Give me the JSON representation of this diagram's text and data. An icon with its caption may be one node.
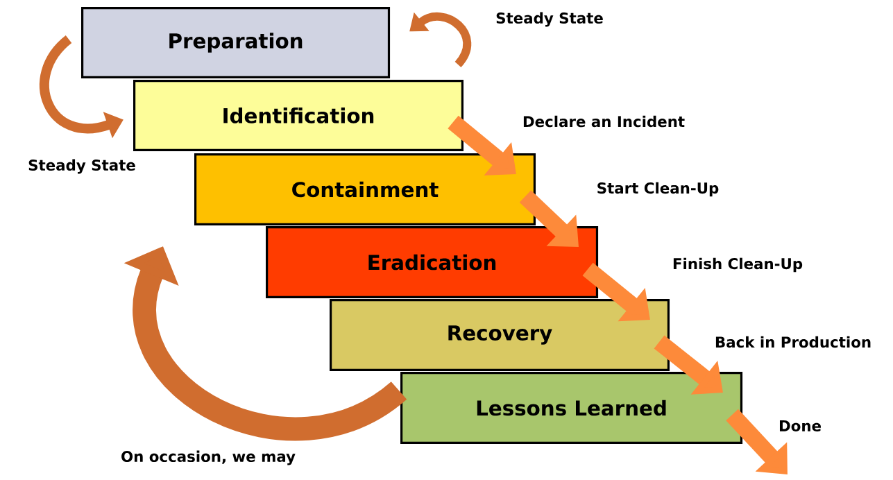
{
  "diagram": {
    "nodes": [
      {
        "text": [
          "Preparation"
        ]
      },
      {
        "text": [
          "Identification"
        ]
      },
      {
        "text": [
          "Containment"
        ]
      },
      {
        "text": [
          "Eradication"
        ]
      },
      {
        "text": [
          "Recovery"
        ]
      },
      {
        "text": [
          "Lessons Learned"
        ]
      }
    ],
    "edges": [
      {
        "from": 0,
        "to": 1,
        "arrow": "to",
        "label": "Steady State"
      },
      {
        "from": 1,
        "to": 0,
        "arrow": "to",
        "label": "Steady State"
      },
      {
        "from": 1,
        "to": 2,
        "arrow": "to",
        "label": "Declare an Incident"
      },
      {
        "from": 2,
        "to": 3,
        "arrow": "to",
        "label": "Start Clean-Up"
      },
      {
        "from": 3,
        "to": 4,
        "arrow": "to",
        "label": "Finish Clean-Up"
      },
      {
        "from": 4,
        "to": 5,
        "arrow": "to",
        "label": "Back in Production"
      },
      {
        "from": 5,
        "to": null,
        "arrow": "to",
        "label": "Done"
      },
      {
        "from": 5,
        "to": 2,
        "arrow": "to",
        "label": "On occasion, we may"
      }
    ]
  }
}
